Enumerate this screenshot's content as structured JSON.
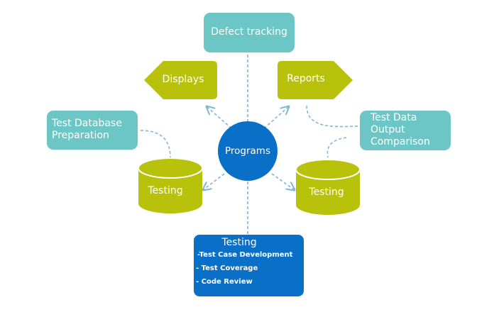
{
  "colors": {
    "teal": "#6cc6c6",
    "olive": "#b8c20a",
    "blue": "#0a6fc7",
    "connector": "#7fb6d9"
  },
  "nodes": {
    "programs": "Programs",
    "defect_tracking": "Defect tracking",
    "displays": "Displays",
    "reports": "Reports",
    "test_database_preparation": [
      "Test Database",
      "Preparation"
    ],
    "test_data_output_comparison": [
      "Test Data",
      "Output",
      "Comparison"
    ],
    "testing_left": "Testing",
    "testing_right": "Testing",
    "testing_box": {
      "title": "Testing",
      "items": [
        "-Test Case Development",
        "- Test Coverage",
        "- Code Review"
      ]
    }
  }
}
